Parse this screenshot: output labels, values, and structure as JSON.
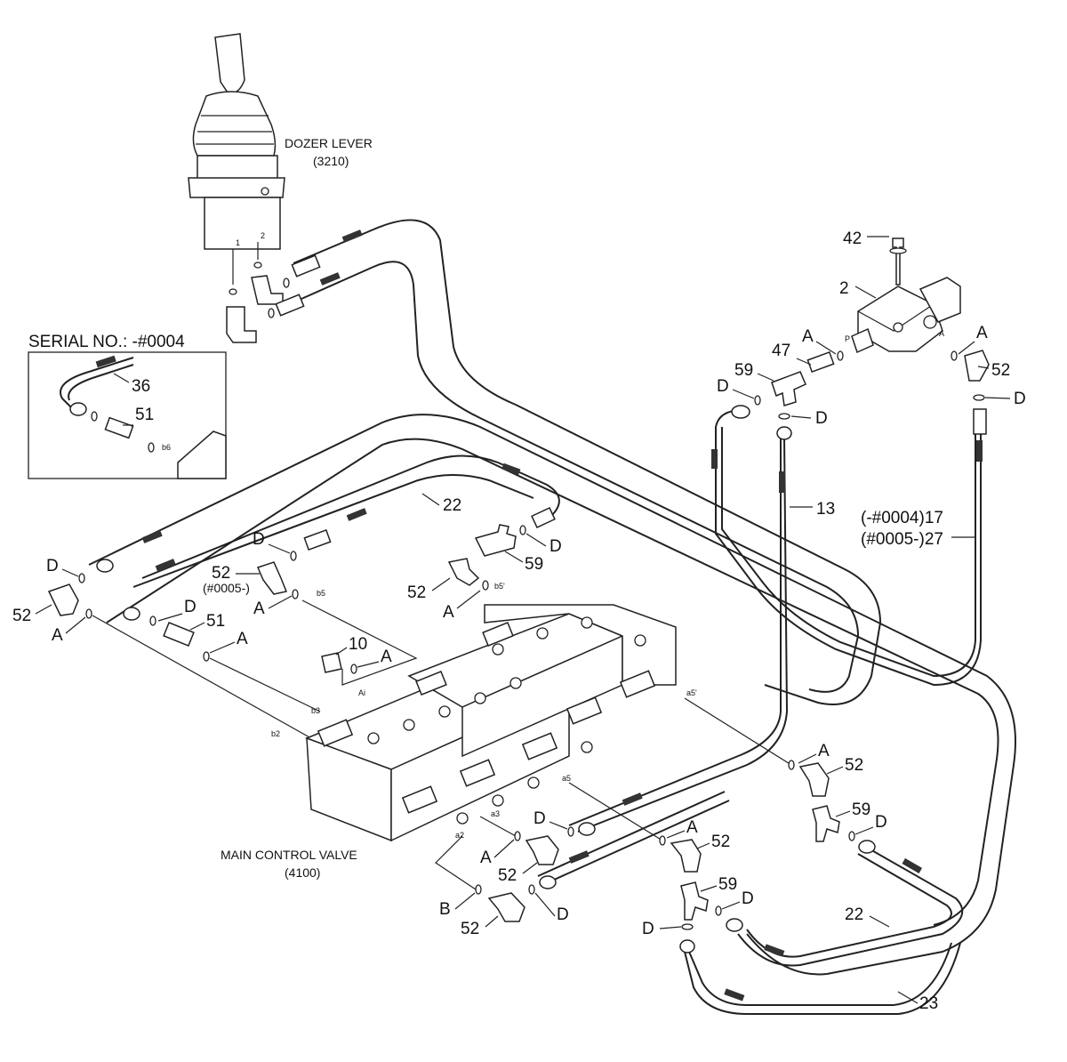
{
  "assemblies": {
    "dozer_lever": {
      "name": "DOZER LEVER",
      "code": "(3210)",
      "port1": "1",
      "port2": "2"
    },
    "main_control_valve": {
      "name": "MAIN CONTROL VALVE",
      "code": "(4100)"
    }
  },
  "serial_box": {
    "title": "SERIAL NO.: -#0004",
    "part_a": "36",
    "part_b": "51",
    "port": "b6"
  },
  "part_numbers": {
    "p42": "42",
    "p2": "2",
    "p47": "47",
    "p59_top": "59",
    "p52_right": "52",
    "p13": "13",
    "p17": "(-#0004)17",
    "p27": "(#0005-)27",
    "p22_top": "22",
    "p59_mid": "59",
    "p52_mid": "52",
    "p52_left": "52",
    "p52_dup": "52",
    "p52_note": "(#0005-)",
    "p51": "51",
    "p10": "10",
    "p52_r1": "52",
    "p59_r1": "59",
    "p52_r2": "52",
    "p59_r2": "59",
    "p22_bot": "22",
    "p23": "23",
    "p52_b1": "52",
    "p52_b2": "52"
  },
  "seal_labels": {
    "a_top1": "A",
    "a_top2": "A",
    "d_top1": "D",
    "d_top2": "D",
    "d_right": "D",
    "d_mid": "D",
    "d_left1": "D",
    "a_left1": "A",
    "d_left2": "D",
    "a_left2": "A",
    "a_mid1": "A",
    "a_mid2": "A",
    "a_mid3": "A",
    "a_r1": "A",
    "d_r1": "D",
    "a_r2": "A",
    "d_r2": "D",
    "d_r3": "D",
    "d_b1": "D",
    "a_b1": "A",
    "b_b1": "B",
    "d_b2": "D"
  },
  "port_labels": {
    "p_in": "P",
    "a_out": "A",
    "b5": "b5",
    "b5p": "b5'",
    "a5p": "a5'",
    "b3": "b3",
    "b2": "b2",
    "a5": "a5",
    "a3": "a3",
    "a2": "a2",
    "ai": "Ai"
  }
}
